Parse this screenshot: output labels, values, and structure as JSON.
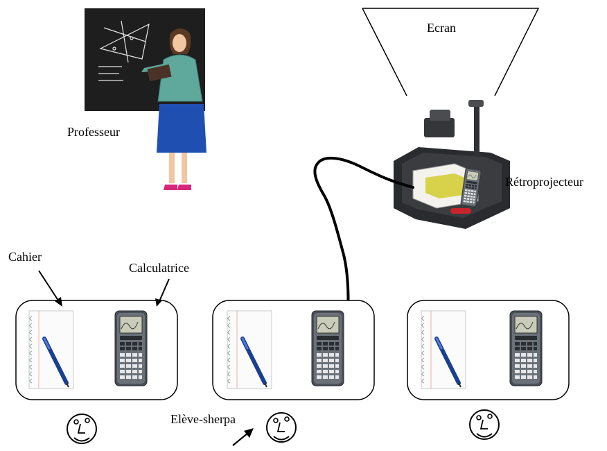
{
  "labels": {
    "screen": "Ecran",
    "teacher": "Professeur",
    "projector": "Rétroprojecteur",
    "notebook": "Cahier",
    "calculator": "Calculatrice",
    "sherpa_student": "Elève-sherpa"
  }
}
